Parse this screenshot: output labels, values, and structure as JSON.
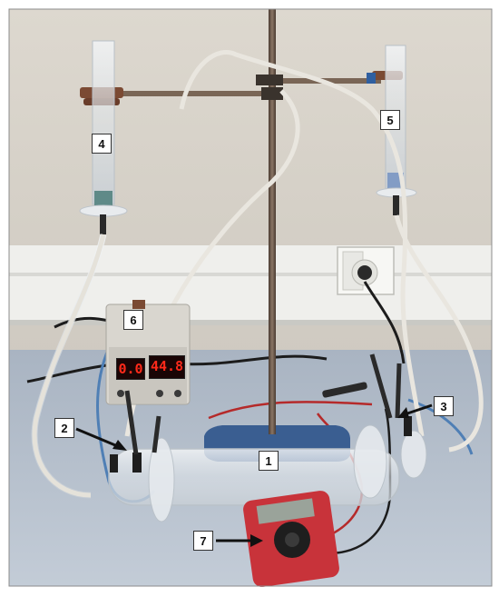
{
  "labels": {
    "l1": "1",
    "l2": "2",
    "l3": "3",
    "l4": "4",
    "l5": "5",
    "l6": "6",
    "l7": "7"
  },
  "power_supply": {
    "current_reading": "0.0",
    "voltage_reading": "44.8"
  },
  "colors": {
    "wall": "#d9d4cb",
    "bench": "#b9c3cf",
    "rod": "#6d5a4c",
    "tubing": "#e9e6df",
    "multimeter": "#c8333a",
    "display_red": "#ff2a1a"
  }
}
